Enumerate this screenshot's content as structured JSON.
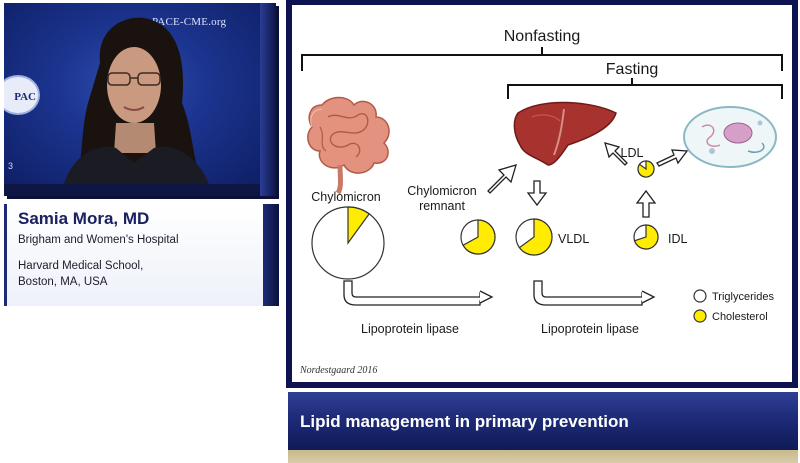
{
  "video": {
    "site_label": "PACE-CME.org",
    "logo_text": "PAC",
    "side_mark": "3"
  },
  "speaker": {
    "name": "Samia Mora, MD",
    "affiliation_1": "Brigham and Women's Hospital",
    "affiliation_2": "Harvard Medical School,",
    "affiliation_3": "Boston, MA, USA"
  },
  "slide": {
    "nonfasting_label": "Nonfasting",
    "fasting_label": "Fasting",
    "chylomicron_label": "Chylomicron",
    "remnant_label_1": "Chylomicron",
    "remnant_label_2": "remnant",
    "vldl_label": "VLDL",
    "idl_label": "IDL",
    "ldl_label": "LDL",
    "lipase_label_1": "Lipoprotein lipase",
    "lipase_label_2": "Lipoprotein lipase",
    "legend": {
      "triglycerides": "Triglycerides",
      "cholesterol": "Cholesterol"
    },
    "citation": "Nordestgaard 2016",
    "colors": {
      "cholesterol": "#ffec00",
      "triglycerides": "#ffffff",
      "liver": "#a8322e",
      "intestine": "#e2927e"
    },
    "particles": [
      {
        "name": "chylomicron",
        "cholesterol_fraction": 0.1
      },
      {
        "name": "chylomicron-remnant",
        "cholesterol_fraction": 0.67
      },
      {
        "name": "vldl",
        "cholesterol_fraction": 0.65
      },
      {
        "name": "idl",
        "cholesterol_fraction": 0.7
      },
      {
        "name": "ldl",
        "cholesterol_fraction": 0.85
      }
    ]
  },
  "title": {
    "text": "Lipid management in primary prevention"
  }
}
